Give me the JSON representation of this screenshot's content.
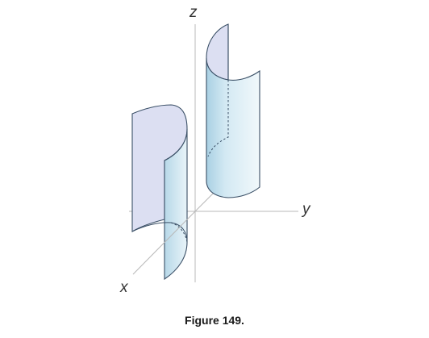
{
  "axes": {
    "x_label": "x",
    "y_label": "y",
    "z_label": "z"
  },
  "caption": "Figure 149.",
  "colors": {
    "axis": "#b8b8b8",
    "surface_outline": "#3a4f66",
    "surface_front_fill": "#dff0f7",
    "surface_inner_fill": "#dcdff2",
    "surface_shade": "#b6d8e8"
  }
}
